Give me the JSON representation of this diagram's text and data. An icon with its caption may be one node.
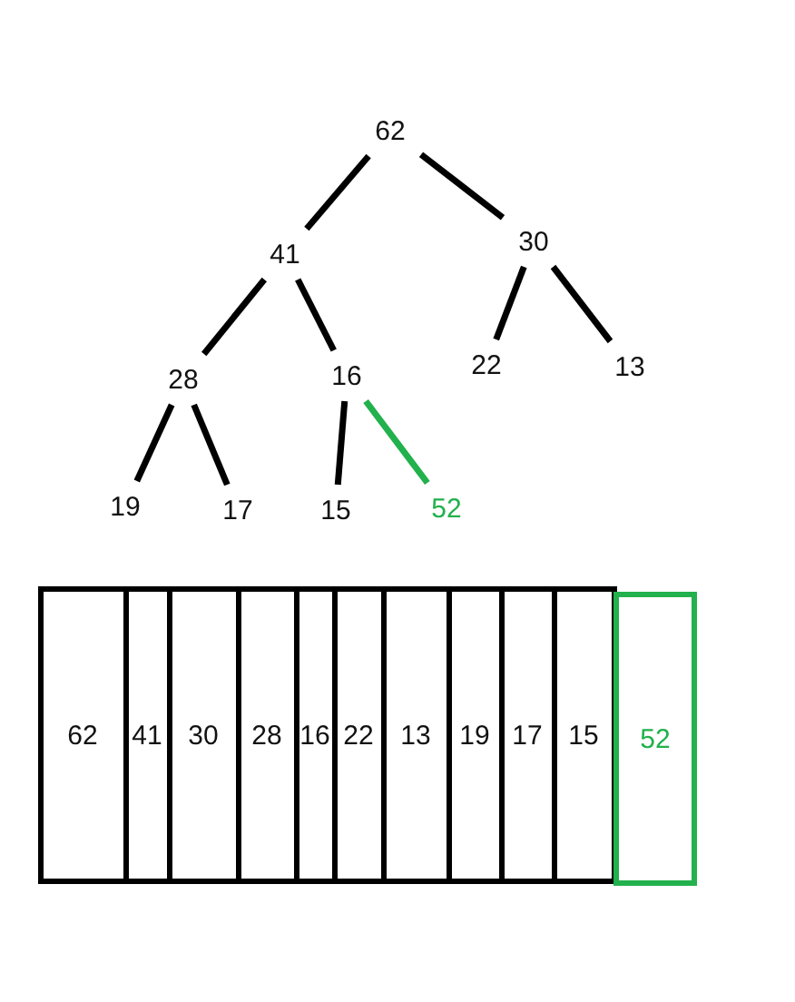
{
  "diagram": {
    "nodes": [
      {
        "text": [
          "62"
        ]
      },
      {
        "text": [
          "41"
        ]
      },
      {
        "text": [
          "30"
        ]
      },
      {
        "text": [
          "28"
        ]
      },
      {
        "text": [
          "16"
        ]
      },
      {
        "text": [
          "22"
        ]
      },
      {
        "text": [
          "13"
        ]
      },
      {
        "text": [
          "19"
        ]
      },
      {
        "text": [
          "17"
        ]
      },
      {
        "text": [
          "15"
        ]
      },
      {
        "text": [
          "52"
        ]
      },
      {
        "text": [
          "62"
        ]
      },
      {
        "text": [
          "41"
        ]
      },
      {
        "text": [
          "30"
        ]
      },
      {
        "text": [
          "28"
        ]
      },
      {
        "text": [
          "16"
        ]
      },
      {
        "text": [
          "22"
        ]
      },
      {
        "text": [
          "13"
        ]
      },
      {
        "text": [
          "19"
        ]
      },
      {
        "text": [
          "17"
        ]
      },
      {
        "text": [
          "15"
        ]
      },
      {
        "text": [
          "52"
        ]
      }
    ],
    "edges": [
      {
        "from": 0,
        "to": 1,
        "arrow": "none"
      },
      {
        "from": 0,
        "to": 2,
        "arrow": "none"
      },
      {
        "from": 1,
        "to": 3,
        "arrow": "none"
      },
      {
        "from": 1,
        "to": 4,
        "arrow": "none"
      },
      {
        "from": 2,
        "to": 5,
        "arrow": "none"
      },
      {
        "from": 2,
        "to": 6,
        "arrow": "none"
      },
      {
        "from": 3,
        "to": 7,
        "arrow": "none"
      },
      {
        "from": 3,
        "to": 8,
        "arrow": "none"
      },
      {
        "from": 4,
        "to": 9,
        "arrow": "none"
      },
      {
        "from": 4,
        "to": 10,
        "arrow": "none",
        "color": "#22b14c"
      }
    ]
  }
}
